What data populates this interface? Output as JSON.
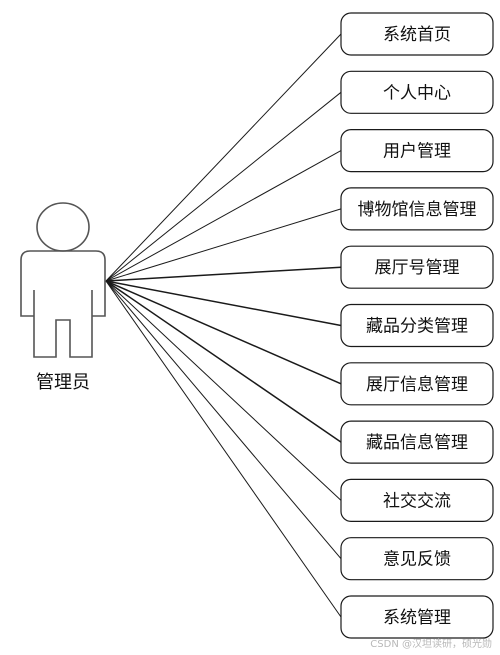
{
  "actor": {
    "label": "管理员"
  },
  "use_cases": [
    {
      "label": "系统首页"
    },
    {
      "label": "个人中心"
    },
    {
      "label": "用户管理"
    },
    {
      "label": "博物馆信息管理"
    },
    {
      "label": "展厅号管理"
    },
    {
      "label": "藏品分类管理"
    },
    {
      "label": "展厅信息管理"
    },
    {
      "label": "藏品信息管理"
    },
    {
      "label": "社交交流"
    },
    {
      "label": "意见反馈"
    },
    {
      "label": "系统管理"
    }
  ],
  "watermark": {
    "text": "CSDN @汉坦读研，硕光勋"
  },
  "colors": {
    "line": "#1a1a1a",
    "box_border": "#1a1a1a",
    "actor_stroke": "#555555"
  }
}
